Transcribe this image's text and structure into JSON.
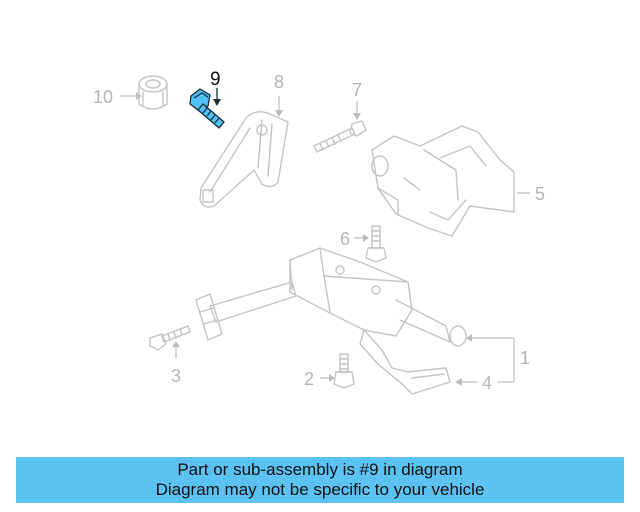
{
  "diagram": {
    "highlight_color": "#4fc3f7",
    "callouts": {
      "n1": "1",
      "n2": "2",
      "n3": "3",
      "n4": "4",
      "n5": "5",
      "n6": "6",
      "n7": "7",
      "n8": "8",
      "n9": "9",
      "n10": "10"
    }
  },
  "caption": {
    "line1": "Part or sub-assembly is #9 in diagram",
    "line2": "Diagram may not be specific to your vehicle",
    "background": "#5bc2f2"
  }
}
